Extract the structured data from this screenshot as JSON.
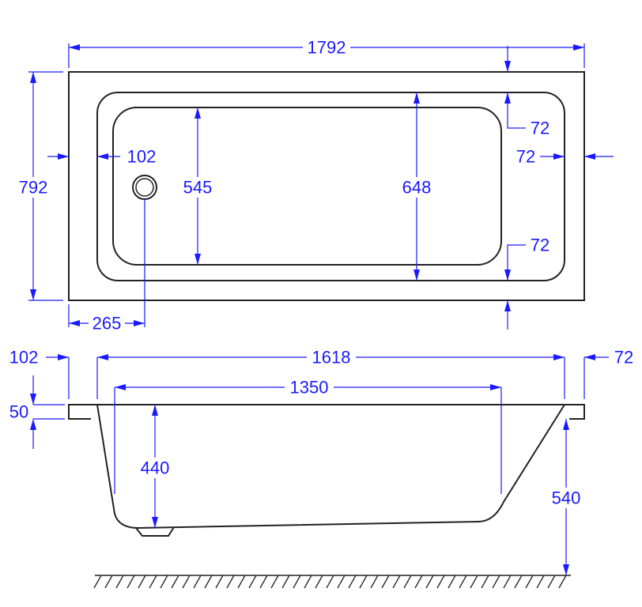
{
  "colors": {
    "object_line": "#222222",
    "dimension": "#1a1aff"
  },
  "top_view": {
    "overall_length": "1792",
    "overall_width": "792",
    "rim_left": "102",
    "drain_offset": "265",
    "basin_width": "545",
    "inner_width": "648",
    "rim_top": "72",
    "rim_right": "72",
    "rim_bottom": "72"
  },
  "side_view": {
    "rim_left": "102",
    "rim_right": "72",
    "top_length": "1618",
    "bottom_length": "1350",
    "rim_thickness": "50",
    "depth": "440",
    "height": "540"
  }
}
